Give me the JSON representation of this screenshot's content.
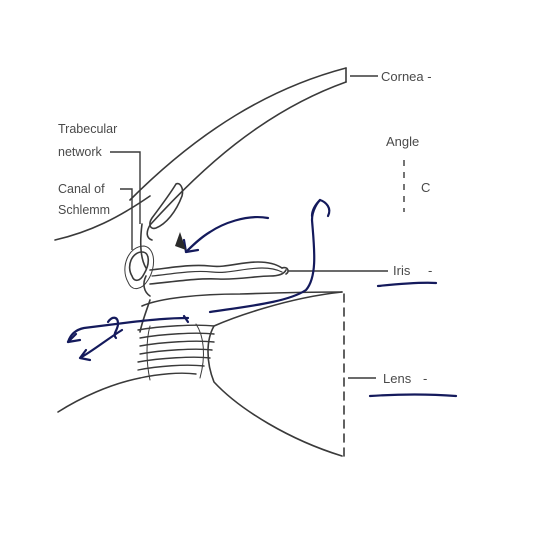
{
  "diagram": {
    "labels": {
      "cornea": "Cornea -",
      "angle": "Angle",
      "angle_c": "C",
      "trabecular_line1": "Trabecular",
      "trabecular_line2": "network",
      "canal_line1": "Canal of",
      "canal_line2": "Schlemm",
      "iris": "Iris",
      "iris_tick": "-",
      "lens": "Lens",
      "lens_tick": "-"
    },
    "colors": {
      "anatomy_stroke": "#3a3a3a",
      "label_text": "#4a4a4a",
      "ink_annotation": "#141a5c",
      "background": "#ffffff"
    },
    "icons": [
      "arrow-head-icon"
    ]
  }
}
